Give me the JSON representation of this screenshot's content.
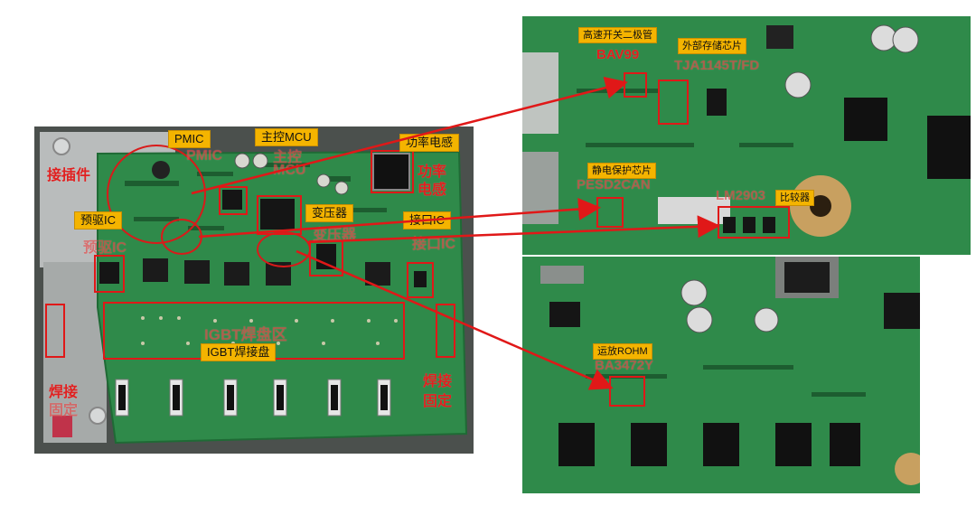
{
  "left_photo": {
    "tags": {
      "pmic": "PMIC",
      "main_mcu": "主控MCU",
      "power_inductor": "功率电感",
      "pre_driver_ic": "预驱IC",
      "transformer": "变压器",
      "interface_ic": "接口IC",
      "igbt_pad": "IGBT焊接盘"
    },
    "red": {
      "connector": "接插件",
      "pmic": "PMIC",
      "mcu_line1": "主控",
      "mcu_line2": "MCU",
      "inductor_line1": "功率",
      "inductor_line2": "电感",
      "pre_driver": "预驱IC",
      "transformer": "变压器",
      "interface": "接口IC",
      "igbt_area": "IGBT焊盘区",
      "weld_left_line1": "焊接",
      "weld_left_line2": "固定",
      "weld_right_line1": "焊接",
      "weld_right_line2": "固定"
    }
  },
  "right_top_photo": {
    "tags": {
      "diode": "高速开关二极管",
      "flash": "外部存储芯片",
      "esd": "静电保护芯片",
      "comparator": "比较器"
    },
    "red": {
      "bav99": "BAV99",
      "tja": "TJA1145T/FD",
      "pesd": "PESD2CAN",
      "lm2903": "LM2903"
    }
  },
  "right_bottom_photo": {
    "tags": {
      "opamp": "运放ROHM"
    },
    "red": {
      "opamp_part": "BA3472Y"
    }
  },
  "colors": {
    "pcb_green": "#2f8a4a",
    "annotation_red": "#e02020",
    "tag_yellow": "#f4b400"
  }
}
